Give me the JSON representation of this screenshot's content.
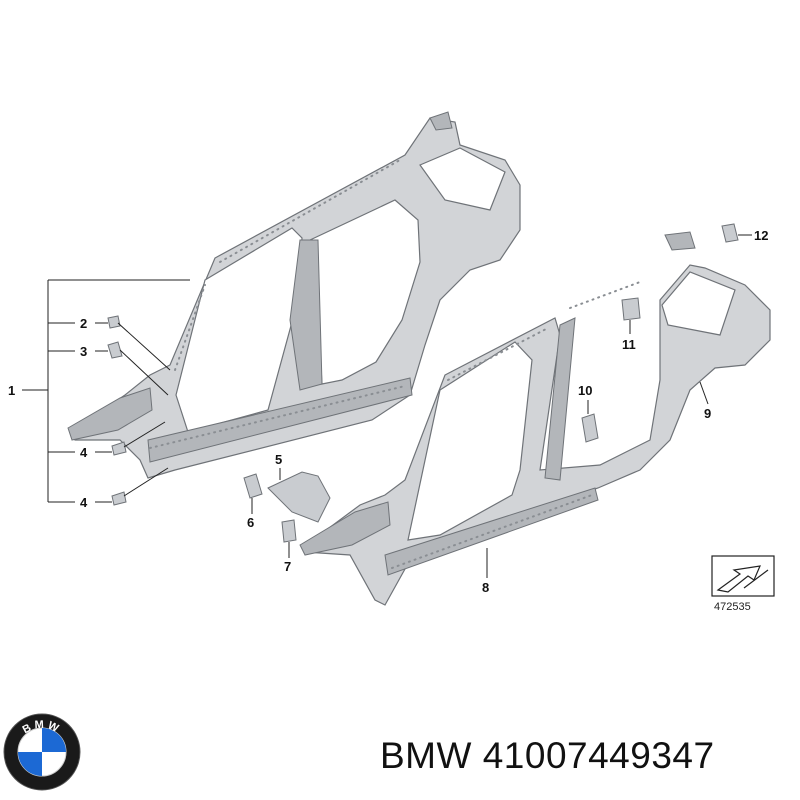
{
  "callouts": {
    "c1": "1",
    "c2": "2",
    "c3": "3",
    "c4a": "4",
    "c4b": "4",
    "c5": "5",
    "c6": "6",
    "c7": "7",
    "c8": "8",
    "c9": "9",
    "c10": "10",
    "c11": "11",
    "c12": "12"
  },
  "reference_number": "472535",
  "logo": {
    "text": "BMW",
    "icon": "bmw-roundel-icon",
    "colors": {
      "blue": "#1c69d4",
      "ring": "#1a1a1a"
    }
  },
  "caption": {
    "brand": "BMW",
    "part_number": "41007449347"
  },
  "colors": {
    "panel": "#d2d4d7",
    "outline": "#6f7378"
  }
}
